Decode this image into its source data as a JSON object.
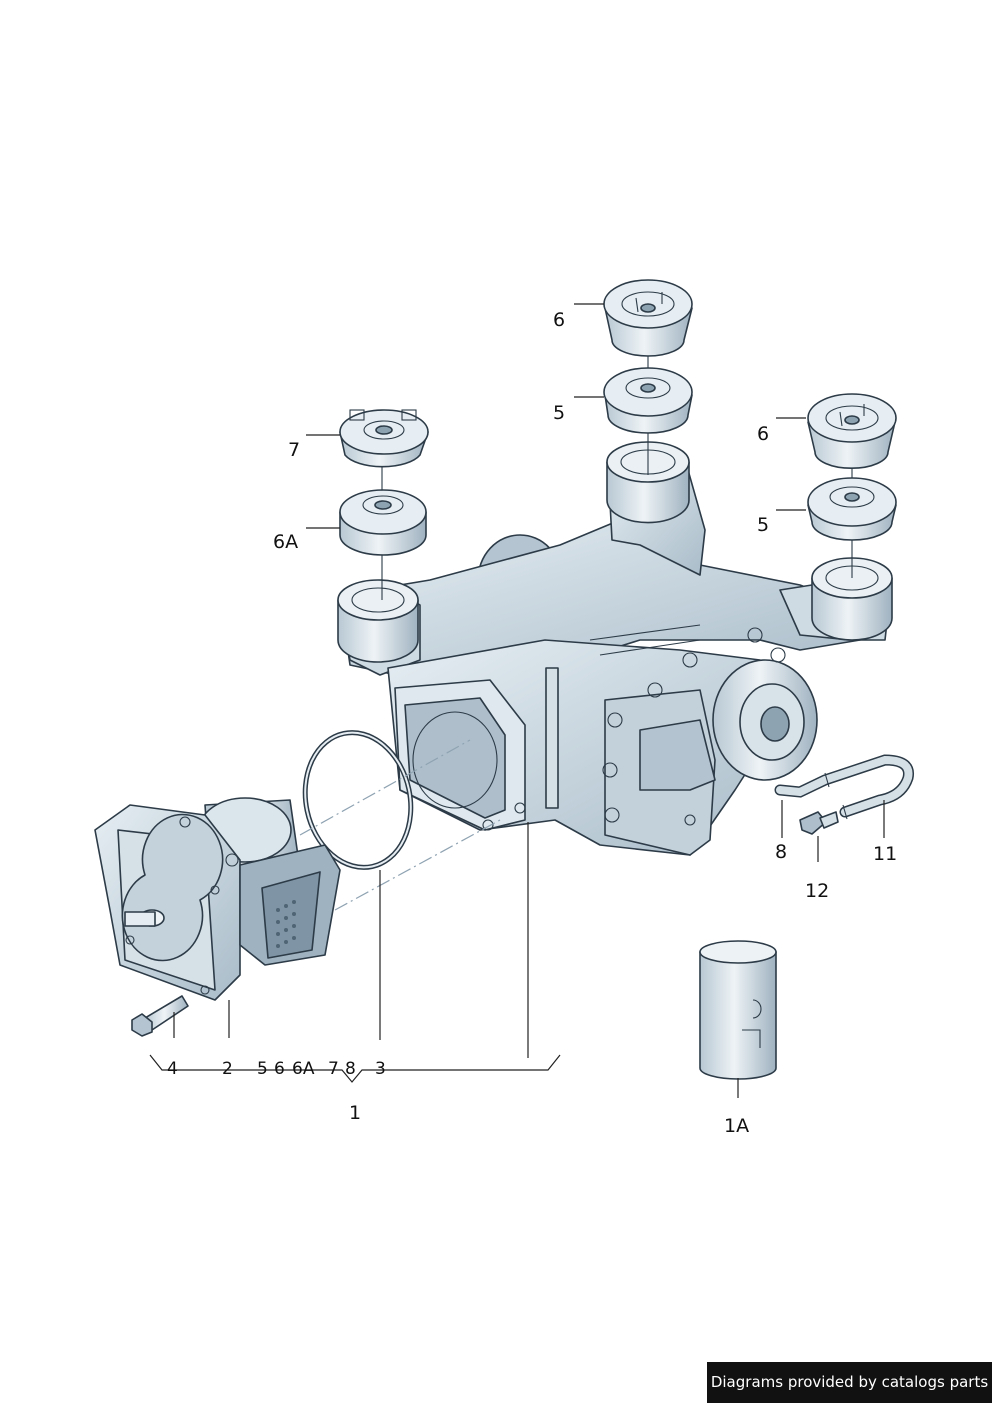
{
  "callouts": {
    "c6_top": "6",
    "c5_top": "5",
    "c6_right": "6",
    "c5_right": "5",
    "c7": "7",
    "c6a": "6A",
    "c8": "8",
    "c11": "11",
    "c12": "12",
    "c1a": "1A",
    "c1": "1"
  },
  "bracket_labels": {
    "b4": "4",
    "b2": "2",
    "b5": "5",
    "b6": "6",
    "b6a": "6A",
    "b7": "7",
    "b8": "8",
    "b3": "3"
  },
  "credit": "Diagrams provided by catalogs parts",
  "colors": {
    "metal": "#c9d6df",
    "metal_light": "#e4ecf1",
    "metal_dark": "#9fb2c0",
    "outline": "#2c3b47"
  }
}
